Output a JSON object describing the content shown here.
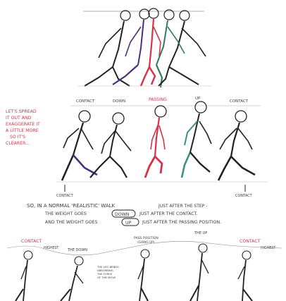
{
  "side_note": [
    "LET'S SPREAD",
    "IT OUT AND",
    "EXAGGERATE IT",
    "A LITTLE MORE",
    "SO IT'S",
    "CLEARER..."
  ],
  "row2_labels": {
    "contact_left": "CONTACT",
    "down": "DOWN",
    "passing": "PASSING",
    "up": "UP",
    "contact_right": "CONTACT"
  },
  "row2_markers": {
    "left": "CONTACT",
    "right": "CONTACT"
  },
  "text_lines": {
    "line1": "SO, IN A NORMAL 'REALISTIC' WALK",
    "line1b": "JUST AFTER THE STEP -",
    "line2_pre": "THE WEIGHT GOES",
    "line2_box": "DOWN",
    "line2_post": "JUST AFTER THE CONTACT.",
    "line3_pre": "AND THE WEIGHT GOES",
    "line3_box": "UP",
    "line3_post": "JUST AFTER THE PASSING POSITION."
  },
  "row3_labels": {
    "contact_left": "CONTACT",
    "highest": "HIGHEST",
    "the_down": "THE DOWN",
    "passing": "PASS POSITION",
    "passing_sub": "(GOING UP)",
    "the_up": "THE UP",
    "contact_right": "CONTACT",
    "highest_right": "HIGHEST"
  },
  "row3_note": [
    "THE LEG BENDS",
    "ABSORBING",
    "THE FORCE",
    "OF THE MOVE"
  ],
  "colors": {
    "ink": "#2b2b2b",
    "red": "#d6324a",
    "purple": "#4a2f7a",
    "green": "#2f7a5e",
    "teal": "#3a8f86"
  }
}
